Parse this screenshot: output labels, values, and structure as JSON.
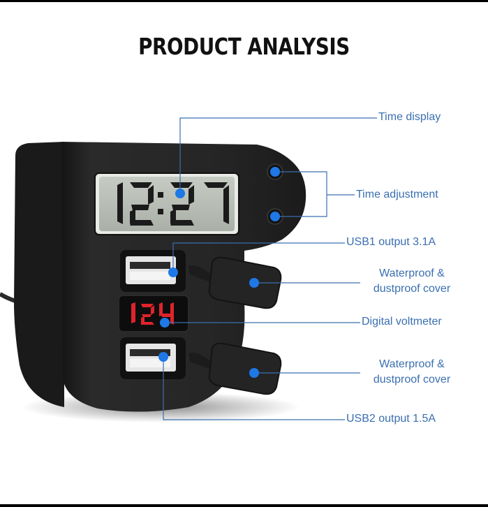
{
  "title": "PRODUCT ANALYSIS",
  "device": {
    "clock_text": "12:27",
    "voltmeter_text": "12.4"
  },
  "callouts": [
    {
      "id": "time-display",
      "text": "Time display"
    },
    {
      "id": "time-adjustment",
      "text": "Time adjustment"
    },
    {
      "id": "usb1-output",
      "text": "USB1 output 3.1A"
    },
    {
      "id": "waterproof-cover-1",
      "text": "Waterproof &\ndustproof cover"
    },
    {
      "id": "digital-voltmeter",
      "text": "Digital voltmeter"
    },
    {
      "id": "waterproof-cover-2",
      "text": "Waterproof &\ndustproof cover"
    },
    {
      "id": "usb2-output",
      "text": "USB2 output 1.5A"
    }
  ],
  "colors": {
    "callout": "#3a6fb0",
    "marker": "#1e78e6",
    "device": "#232323",
    "lcd": "#b9bfb6",
    "voltmeter": "#e0232b"
  }
}
